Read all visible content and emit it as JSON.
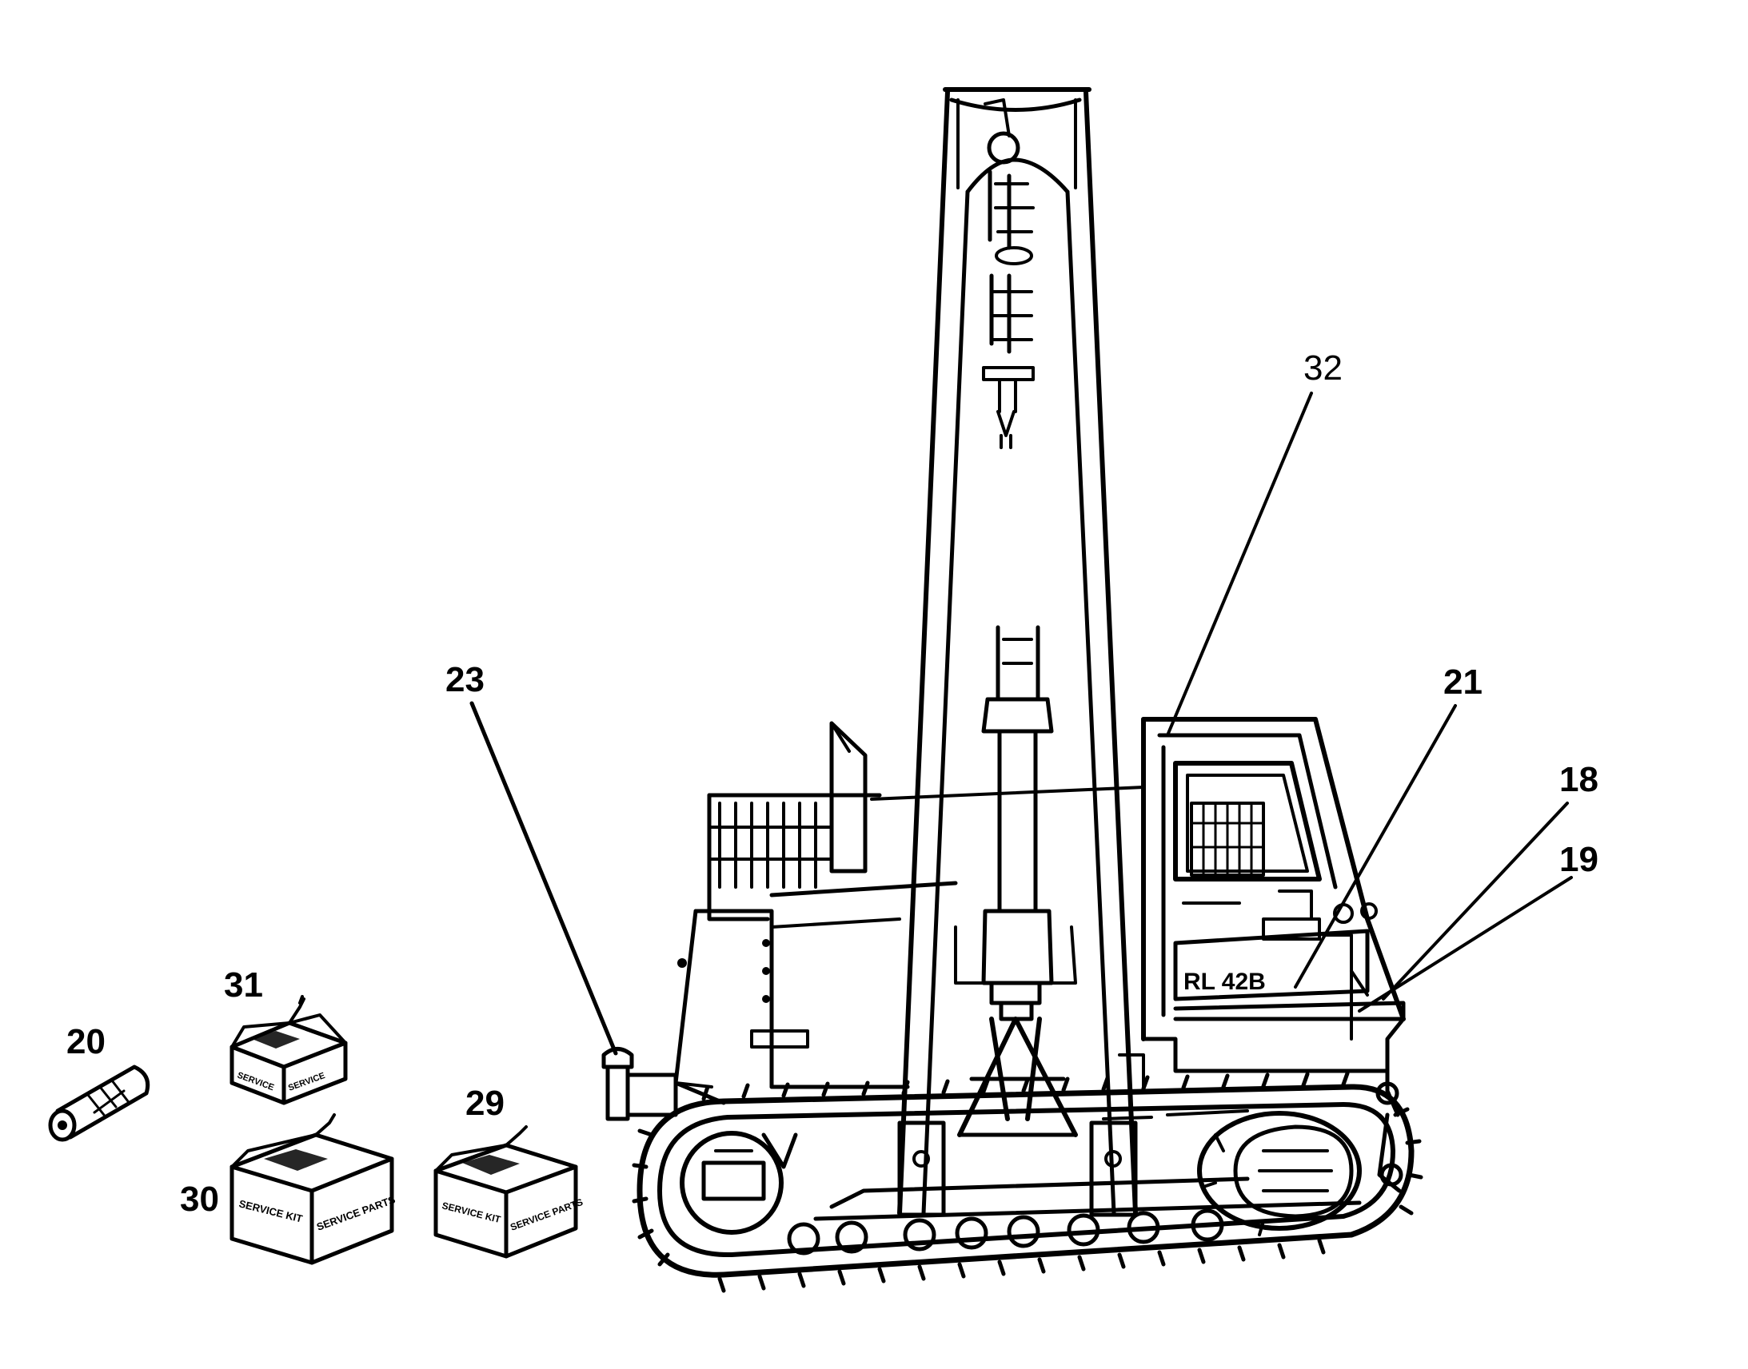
{
  "callouts": {
    "c32": "32",
    "c23": "23",
    "c21": "21",
    "c18": "18",
    "c19": "19",
    "c31": "31",
    "c20": "20",
    "c29": "29",
    "c30": "30"
  },
  "machine": {
    "model_label": "RL 42B"
  },
  "boxes": {
    "box30_front": "SERVICE KIT",
    "box30_side": "SERVICE PARTS",
    "box29_front": "SERVICE KIT",
    "box29_side": "SERVICE PARTS",
    "box31_front": "SERVICE",
    "box31_side": "SERVICE"
  }
}
